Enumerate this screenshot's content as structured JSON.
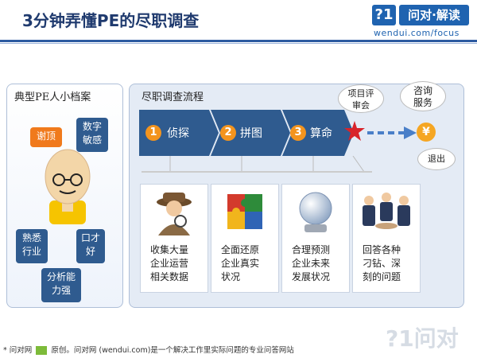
{
  "header": {
    "title": "3分钟弄懂PE的尽职调查",
    "logo_q": "?1",
    "logo_text": "问对·解读",
    "logo_url": "wendui.com/focus"
  },
  "left": {
    "title": "典型PE人小档案",
    "tags": [
      "谢顶",
      "数字\n敏感",
      "熟悉\n行业",
      "口才\n好",
      "分析能\n力强"
    ]
  },
  "right": {
    "title": "尽职调查流程",
    "steps": [
      {
        "num": "1",
        "label": "侦探"
      },
      {
        "num": "2",
        "label": "拼图"
      },
      {
        "num": "3",
        "label": "算命"
      }
    ],
    "callout_review": "项目评\n审会",
    "callout_consult": "咨询\n服务",
    "exit_label": "退出",
    "yen": "¥",
    "cards": [
      {
        "text": "收集大量\n企业运营\n相关数据",
        "icon": "detective-icon"
      },
      {
        "text": "全面还原\n企业真实\n状况",
        "icon": "puzzle-icon"
      },
      {
        "text": "合理预测\n企业未来\n发展状况",
        "icon": "crystal-ball-icon"
      },
      {
        "text": "回答各种\n刁钻、深\n刻的问题",
        "icon": "meeting-icon"
      }
    ]
  },
  "footer": {
    "prefix": "* 问对网",
    "suffix": "原创。问对网 (wendui.com)是一个解决工作里实际问题的专业问答网站"
  },
  "watermark": "?1问对",
  "colors": {
    "accent": "#2c5aa0",
    "orange": "#f07a1c",
    "step": "#2f5b8f"
  }
}
